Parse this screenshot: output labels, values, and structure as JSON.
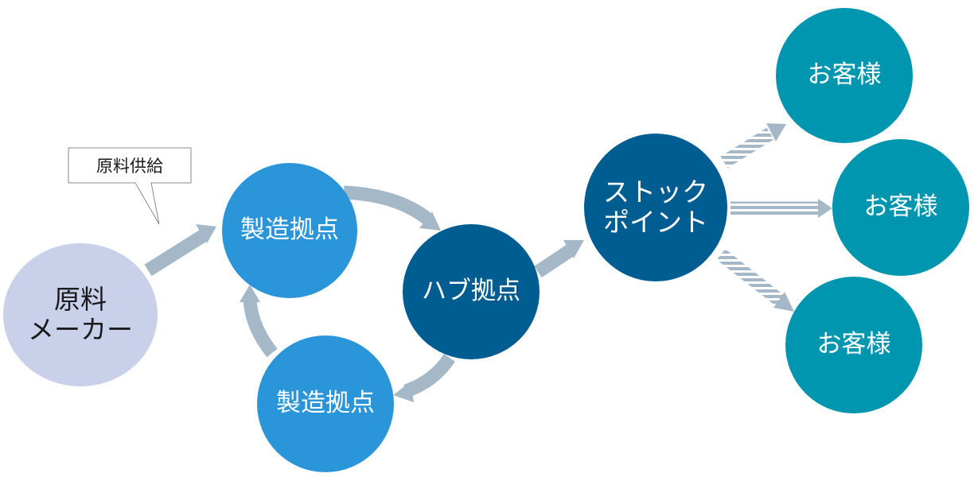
{
  "colors": {
    "raw_supplier": "#c9d1ea",
    "manufacturing": "#2b95d9",
    "hub": "#005d91",
    "customer": "#0096b0",
    "arrow": "#a5b8c8"
  },
  "callout": {
    "text": "原料供給"
  },
  "nodes": {
    "raw_supplier": {
      "line1": "原料",
      "line2": "メーカー"
    },
    "manufacturing_1": {
      "label": "製造拠点"
    },
    "manufacturing_2": {
      "label": "製造拠点"
    },
    "hub": {
      "label": "ハブ拠点"
    },
    "stock_point": {
      "line1": "ストック",
      "line2": "ポイント"
    },
    "customer_1": {
      "label": "お客様"
    },
    "customer_2": {
      "label": "お客様"
    },
    "customer_3": {
      "label": "お客様"
    }
  }
}
